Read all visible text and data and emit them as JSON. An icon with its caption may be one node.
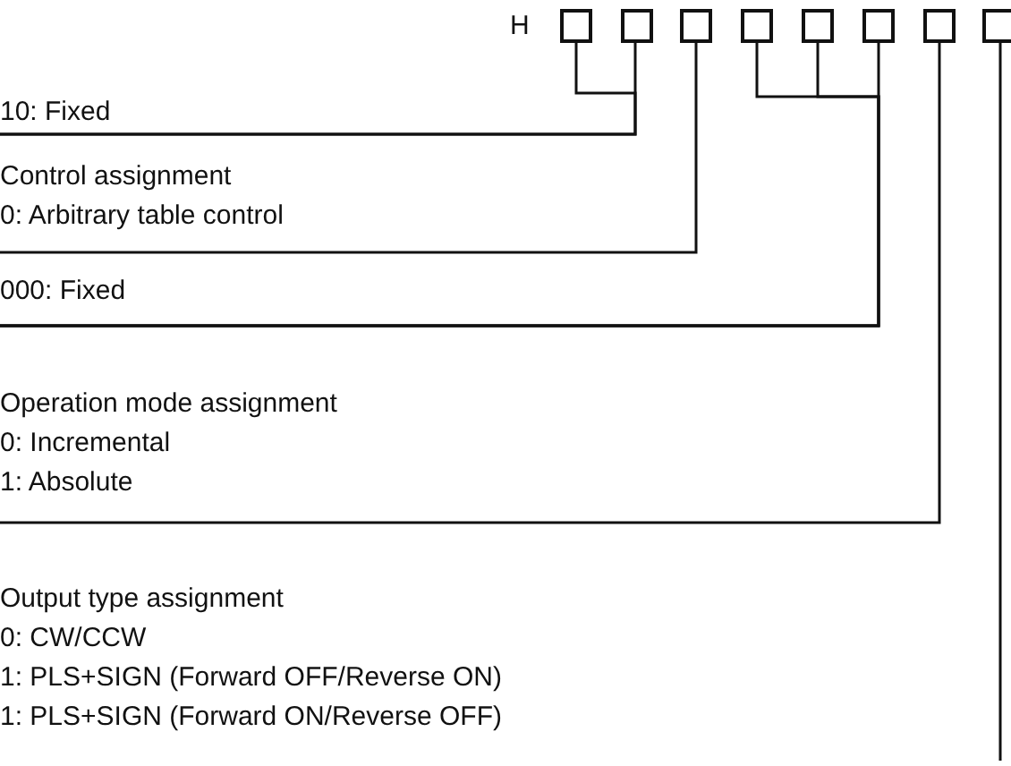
{
  "diagram": {
    "nodes": [
      {
        "text": [],
        "shape": "box"
      },
      {
        "text": [],
        "shape": "box"
      },
      {
        "text": [],
        "shape": "box"
      },
      {
        "text": [],
        "shape": "box"
      },
      {
        "text": [],
        "shape": "box"
      },
      {
        "text": [],
        "shape": "box"
      },
      {
        "text": [],
        "shape": "box"
      },
      {
        "text": [],
        "shape": "box"
      },
      {
        "text": [
          "10: Fixed"
        ]
      },
      {
        "text": [
          "Control assignment",
          "0: Arbitrary table control"
        ]
      },
      {
        "text": [
          "000: Fixed"
        ]
      },
      {
        "text": [
          "Operation mode assignment",
          "0: Incremental",
          "1: Absolute"
        ]
      },
      {
        "text": [
          "Output type assignment",
          "0: CW/CCW",
          "1: PLS+SIGN (Forward OFF/Reverse ON)",
          "1: PLS+SIGN (Forward ON/Reverse OFF)"
        ]
      }
    ],
    "edges": [
      {
        "from": 8,
        "to": 0,
        "arrow": "none"
      },
      {
        "from": 8,
        "to": 1,
        "arrow": "none"
      },
      {
        "from": 9,
        "to": 2,
        "arrow": "none"
      },
      {
        "from": 10,
        "to": 3,
        "arrow": "none"
      },
      {
        "from": 10,
        "to": 4,
        "arrow": "none"
      },
      {
        "from": 10,
        "to": 5,
        "arrow": "none"
      },
      {
        "from": 11,
        "to": 6,
        "arrow": "none"
      },
      {
        "from": null,
        "to": 7,
        "arrow": "none"
      }
    ],
    "labels": [
      "H"
    ]
  }
}
